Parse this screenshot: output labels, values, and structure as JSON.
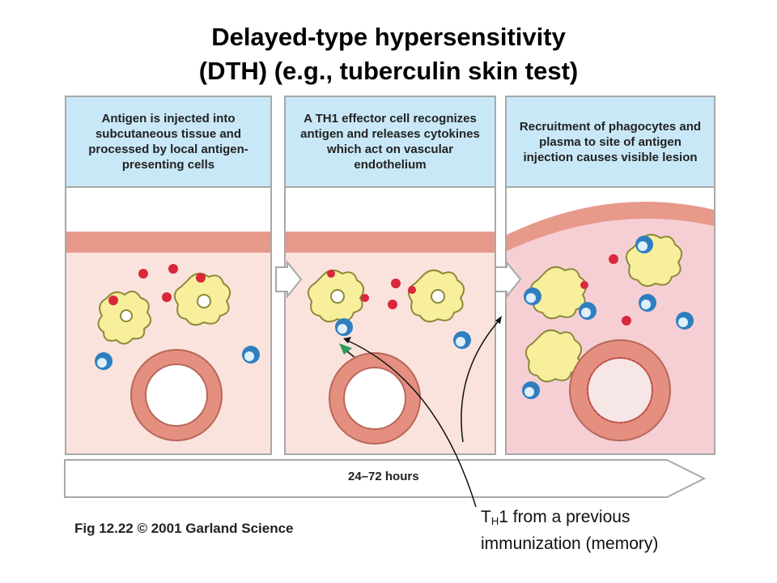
{
  "title": {
    "line1": "Delayed-type hypersensitivity",
    "line2": "(DTH) (e.g., tuberculin skin test)"
  },
  "panels": [
    {
      "caption": "Antigen is injected into subcutaneous tissue and processed by local antigen-presenting cells"
    },
    {
      "caption": "A TH1 effector cell recognizes antigen and releases cytokines which act on vascular endothelium"
    },
    {
      "caption": "Recruitment of phagocytes and plasma to  site of antigen injection causes visible lesion"
    }
  ],
  "timeline": {
    "label": "24–72 hours"
  },
  "figure_credit": "Fig 12.22  © 2001 Garland Science",
  "annotation": {
    "t": "T",
    "sub": "H",
    "rest": "1 from a previous",
    "line2": "immunization (memory)"
  },
  "colors": {
    "caption_bg": "#c9e8f7",
    "tissue": "#fbe3dd",
    "lesion_tissue": "#f6cfd4",
    "skin_layer": "#e7998a",
    "vessel": "#e48f80",
    "apc": "#f7ef9c",
    "antigen": "#d9283a",
    "t_cell": "#2e7fc0",
    "cytokine": "#2f9a5a"
  }
}
